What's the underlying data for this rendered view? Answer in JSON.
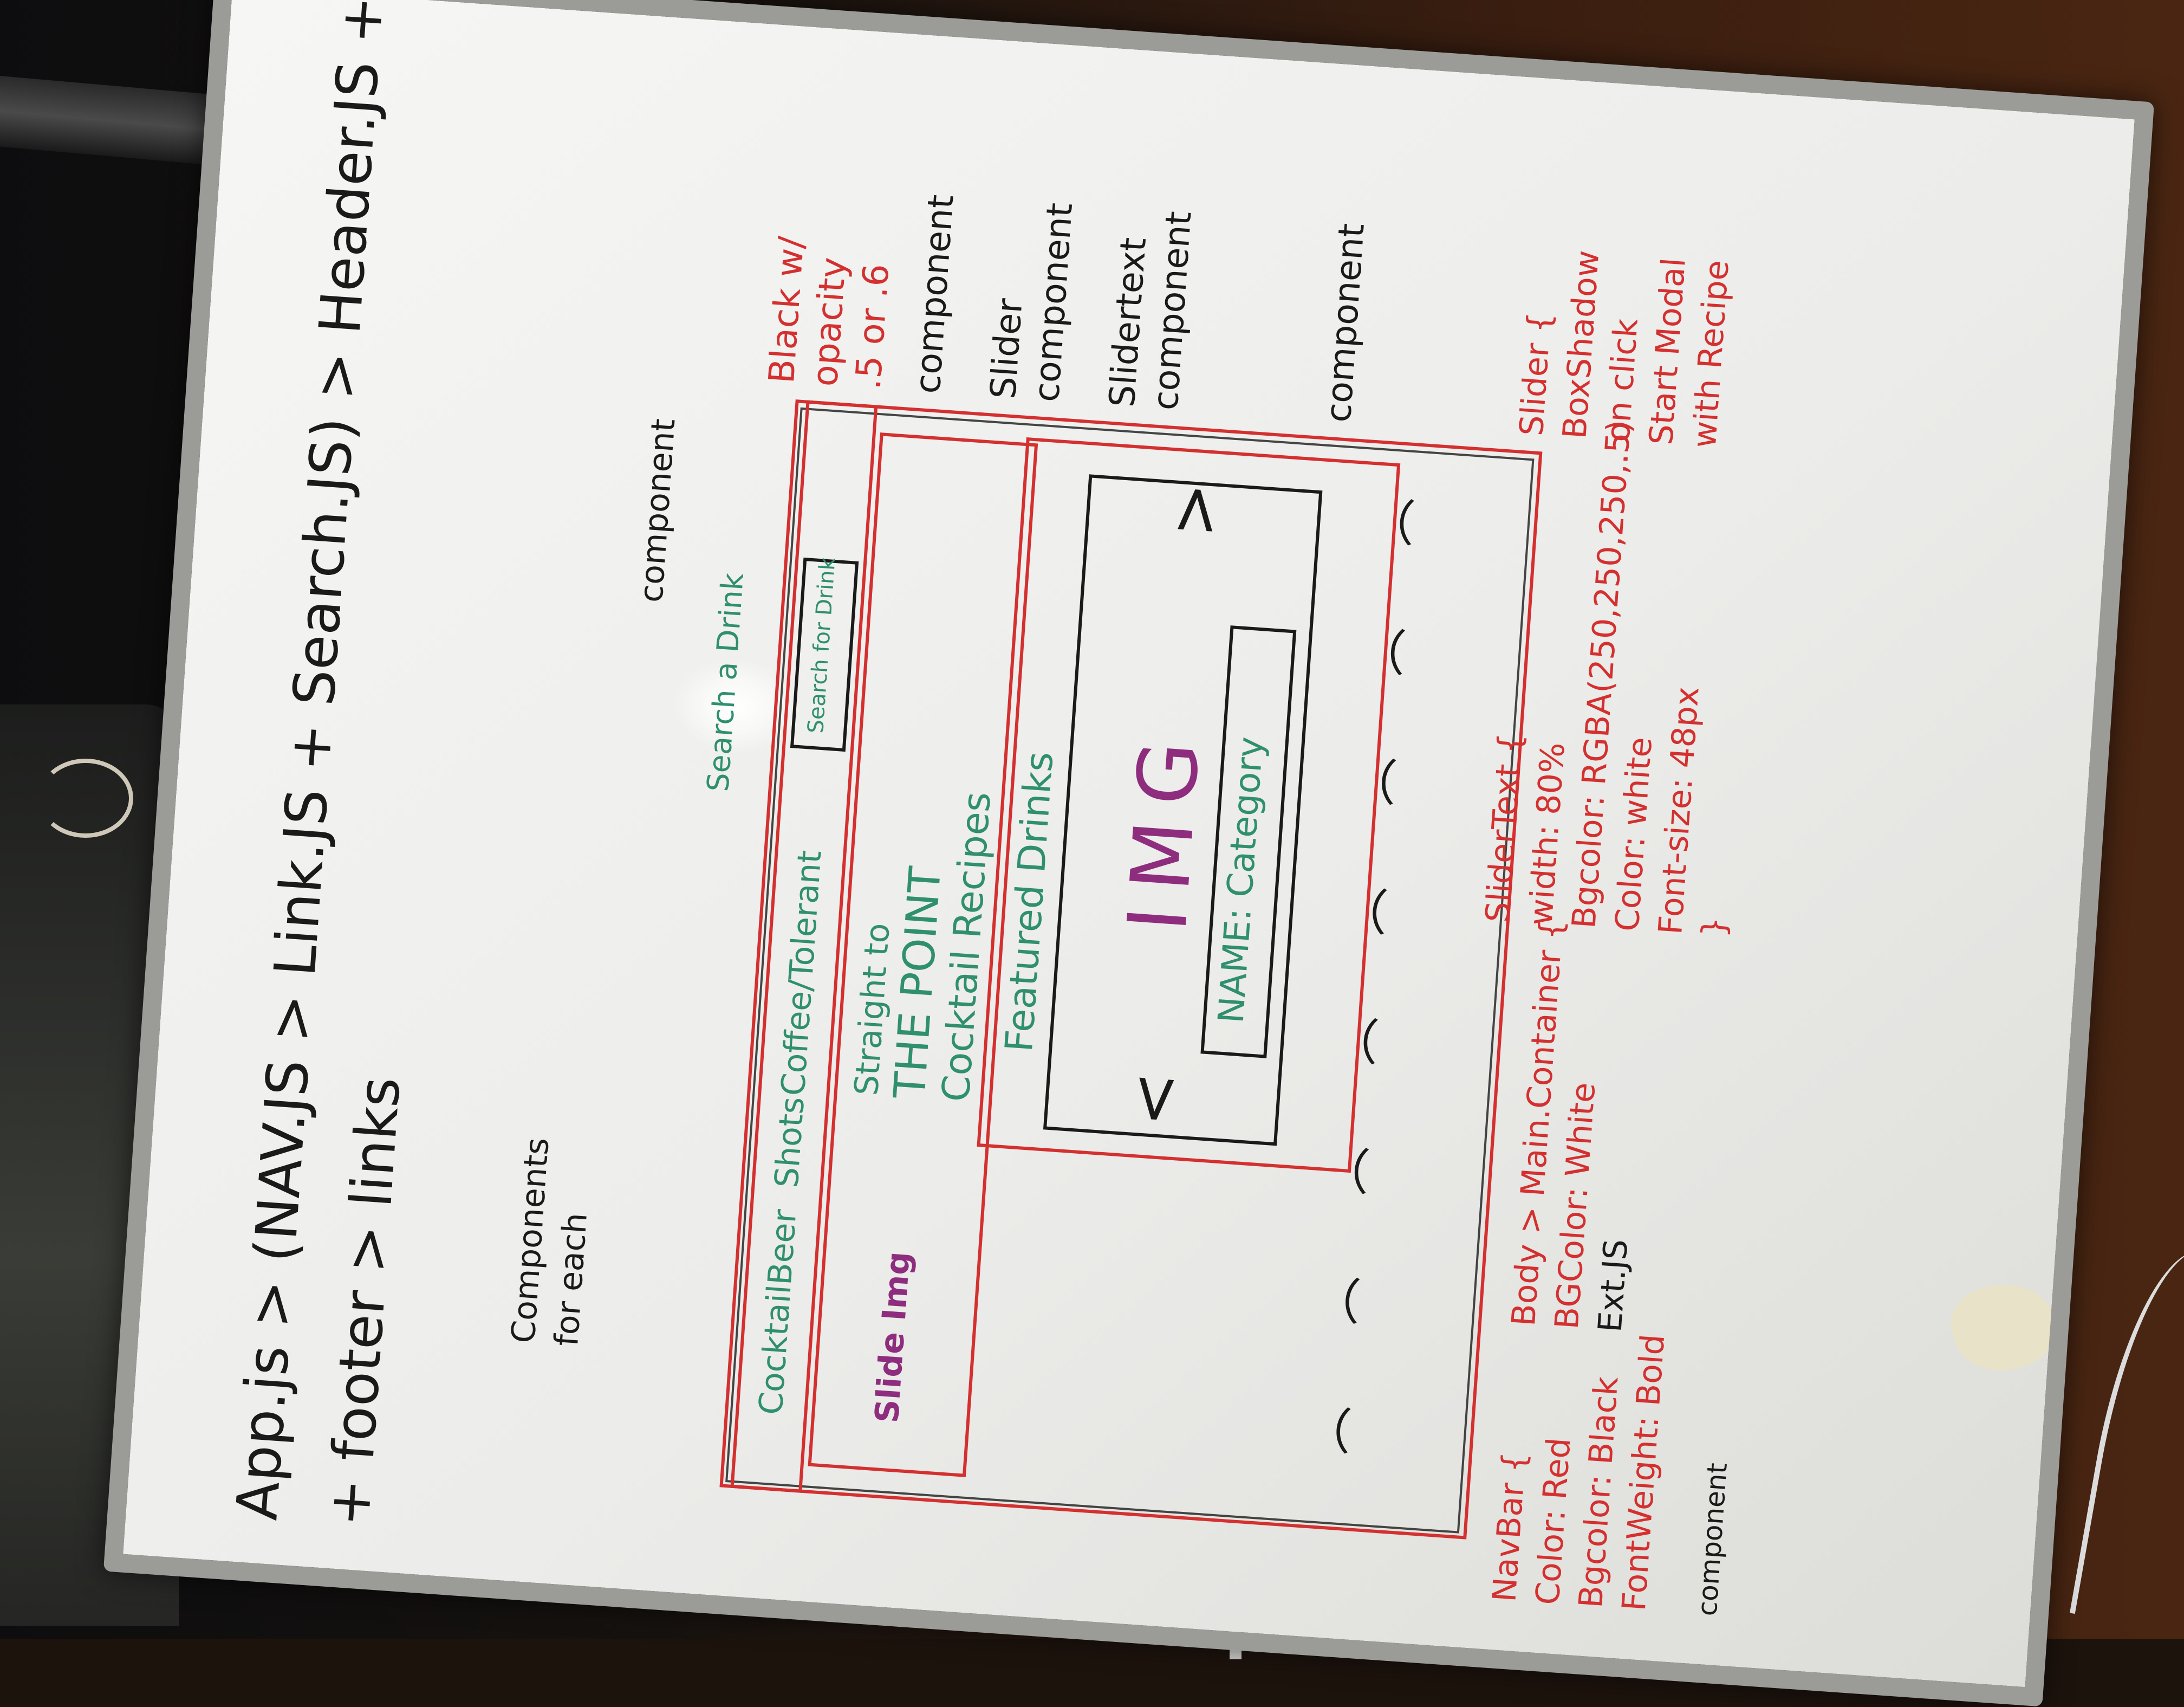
{
  "scene": {
    "colors": {
      "marker_black": "#1a1a1a",
      "marker_red": "#d3302f",
      "marker_green": "#2f8f6f",
      "marker_purple": "#8e2d7e"
    }
  },
  "whiteboard": {
    "tree": {
      "line1": "App.js > (NAV.JS > Link.JS + Search.JS) > Header.JS + (mainContainer > Slider > SliderText)",
      "line2": "+ footer > links"
    },
    "wireframe": {
      "nav_items": [
        "Cocktail",
        "Beer",
        "Shots",
        "Coffee/Tolerant"
      ],
      "search_button": "Search for Drink",
      "search_label": "Search a Drink",
      "tagline_1": "Straight to",
      "tagline_2": "THE POINT",
      "tagline_3": "Cocktail Recipes",
      "slide_img": "Slide Img",
      "featured_title": "Featured Drinks",
      "img_label": "IMG",
      "slider_text": "NAME: Category"
    },
    "notes": {
      "components_for_each": [
        "Components",
        "for each"
      ],
      "component_top": "component",
      "black_bg": [
        "Black w/",
        "opacity",
        ".5 or .6"
      ],
      "component_1": "component",
      "slider_component": [
        "Slider",
        "component"
      ],
      "slidertext_component": [
        "Slidertext",
        "component"
      ],
      "component_2": "component",
      "navbar_css": [
        "NavBar {",
        "Color: Red",
        "Bgcolor: Black",
        "FontWeight: Bold"
      ],
      "component_nav": "component",
      "body_css": [
        "Body > Main.Container {",
        "BGColor: White",
        "Ext.JS"
      ],
      "slidertext_css": [
        "SliderText {",
        "width: 80%",
        "Bgcolor: RGBA(250,250,250,.5)",
        "Color: white",
        "Font-size: 48px",
        "}"
      ],
      "slider_css": [
        "Slider {",
        "BoxShadow",
        "on click",
        "Start Modal",
        "with Recipe"
      ]
    }
  }
}
